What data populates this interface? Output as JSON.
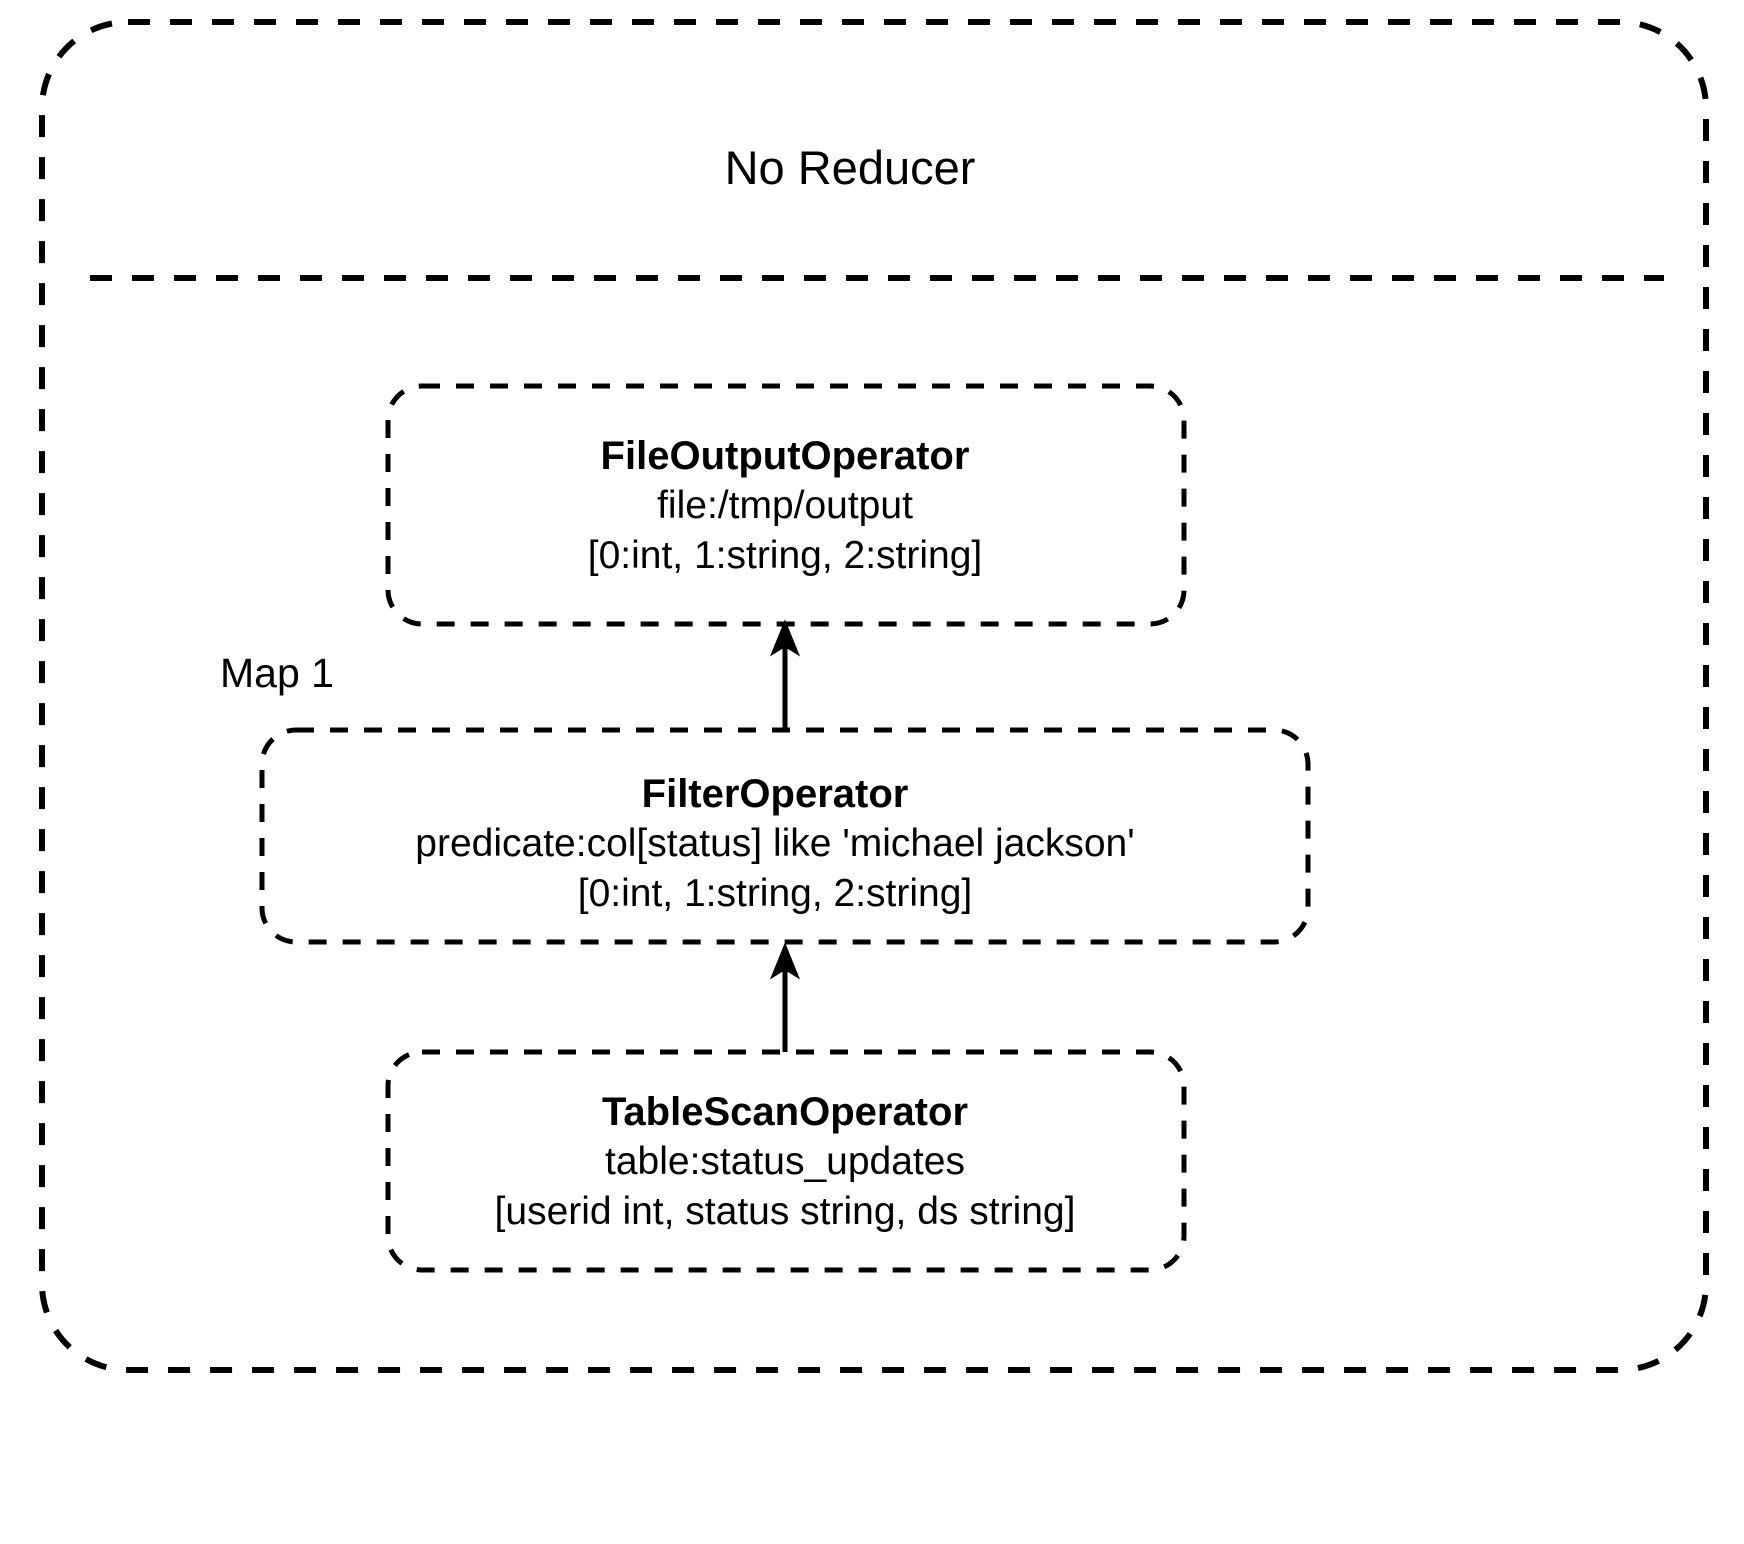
{
  "diagram": {
    "title": "No Reducer",
    "stage_label": "Map 1",
    "nodes": [
      {
        "id": "file-output-operator",
        "title": "FileOutputOperator",
        "line1": "file:/tmp/output",
        "line2": "[0:int, 1:string, 2:string]"
      },
      {
        "id": "filter-operator",
        "title": "FilterOperator",
        "line1": "predicate:col[status] like 'michael jackson'",
        "line2": "[0:int, 1:string, 2:string]"
      },
      {
        "id": "table-scan-operator",
        "title": "TableScanOperator",
        "line1": "table:status_updates",
        "line2": "[userid int, status string, ds string]"
      }
    ],
    "edges": [
      {
        "from": "table-scan-operator",
        "to": "filter-operator"
      },
      {
        "from": "filter-operator",
        "to": "file-output-operator"
      }
    ],
    "colors": {
      "stroke": "#000000",
      "background": "#ffffff",
      "text": "#000000"
    }
  }
}
